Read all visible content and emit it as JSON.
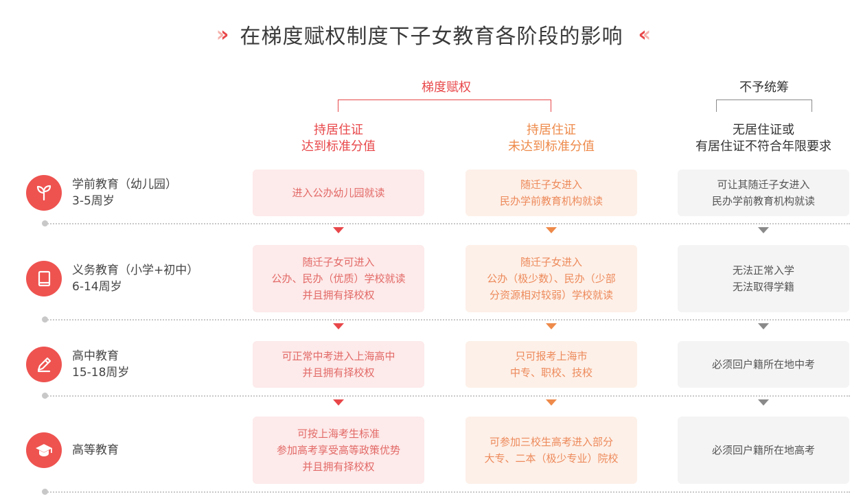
{
  "title": "在梯度赋权制度下子女教育各阶段的影响",
  "groups": {
    "gradient": "梯度赋权",
    "none": "不予统筹"
  },
  "columns": [
    {
      "line1": "持居住证",
      "line2": "达到标准分值",
      "color": "#e8474a"
    },
    {
      "line1": "持居住证",
      "line2": "未达到标准分值",
      "color": "#ee8a4a"
    },
    {
      "line1": "无居住证或",
      "line2": "有居住证不符合年限要求",
      "color": "#333333"
    }
  ],
  "stages": [
    {
      "name": "学前教育（幼儿园）",
      "age": "3-5周岁",
      "icon": "sprout-icon",
      "cells": [
        [
          "进入公办幼儿园就读"
        ],
        [
          "随迁子女进入",
          "民办学前教育机构就读"
        ],
        [
          "可让其随迁子女进入",
          "民办学前教育机构就读"
        ]
      ]
    },
    {
      "name": "义务教育（小学+初中）",
      "age": "6-14周岁",
      "icon": "book-icon",
      "cells": [
        [
          "随迁子女可进入",
          "公办、民办（优质）学校就读",
          "并且拥有择校权"
        ],
        [
          "随迁子女进入",
          "公办（极少数）、民办（少部",
          "分资源相对较弱）学校就读"
        ],
        [
          "无法正常入学",
          "无法取得学籍"
        ]
      ]
    },
    {
      "name": "高中教育",
      "age": "15-18周岁",
      "icon": "pencil-icon",
      "cells": [
        [
          "可正常中考进入上海高中",
          "并且拥有择校权"
        ],
        [
          "只可报考上海市",
          "中专、职校、技校"
        ],
        [
          "必须回户籍所在地中考"
        ]
      ]
    },
    {
      "name": "高等教育",
      "age": "",
      "icon": "graduation-cap-icon",
      "cells": [
        [
          "可按上海考生标准",
          "参加高考享受高等政策优势",
          "并且拥有择校权"
        ],
        [
          "可参加三校生高考进入部分",
          "大专、二本（极少专业）院校"
        ],
        [
          "必须回户籍所在地高考"
        ]
      ]
    }
  ],
  "colors": {
    "accent_red": "#e8474a",
    "accent_orange": "#ee8a4a",
    "neutral_gray": "#8a8a8a",
    "icon_bg": "#ee5350"
  }
}
